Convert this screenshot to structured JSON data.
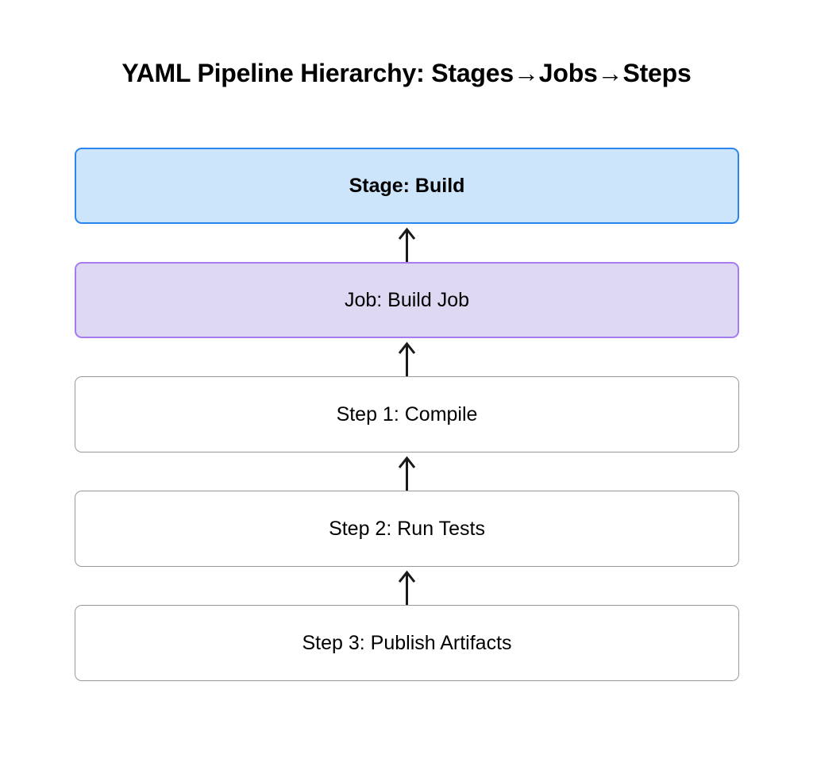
{
  "diagram": {
    "title": "YAML Pipeline Hierarchy: Stages→Jobs→Steps",
    "background_color": "#ffffff",
    "orientation": "bottom-to-top",
    "nodes": [
      {
        "id": "stage-build",
        "label": "Stage: Build",
        "level": "stage",
        "fill": "#cde5fb",
        "border": "#2a85ec",
        "bold": true
      },
      {
        "id": "job-build-job",
        "label": "Job: Build Job",
        "level": "job",
        "fill": "#ded8f3",
        "border": "#a77bf0",
        "bold": false
      },
      {
        "id": "step-1-compile",
        "label": "Step 1: Compile",
        "level": "step",
        "fill": "#ffffff",
        "border": "#98999b",
        "bold": false
      },
      {
        "id": "step-2-run-tests",
        "label": "Step 2: Run Tests",
        "level": "step",
        "fill": "#ffffff",
        "border": "#98999b",
        "bold": false
      },
      {
        "id": "step-3-publish-artifacts",
        "label": "Step 3: Publish Artifacts",
        "level": "step",
        "fill": "#ffffff",
        "border": "#98999b",
        "bold": false
      }
    ],
    "edges": [
      {
        "from": "job-build-job",
        "to": "stage-build",
        "arrow": "up-arrow-icon",
        "color": "#1a1a1a"
      },
      {
        "from": "step-1-compile",
        "to": "job-build-job",
        "arrow": "up-arrow-icon",
        "color": "#1a1a1a"
      },
      {
        "from": "step-2-run-tests",
        "to": "step-1-compile",
        "arrow": "up-arrow-icon",
        "color": "#1a1a1a"
      },
      {
        "from": "step-3-publish-artifacts",
        "to": "step-2-run-tests",
        "arrow": "up-arrow-icon",
        "color": "#1a1a1a"
      }
    ]
  }
}
